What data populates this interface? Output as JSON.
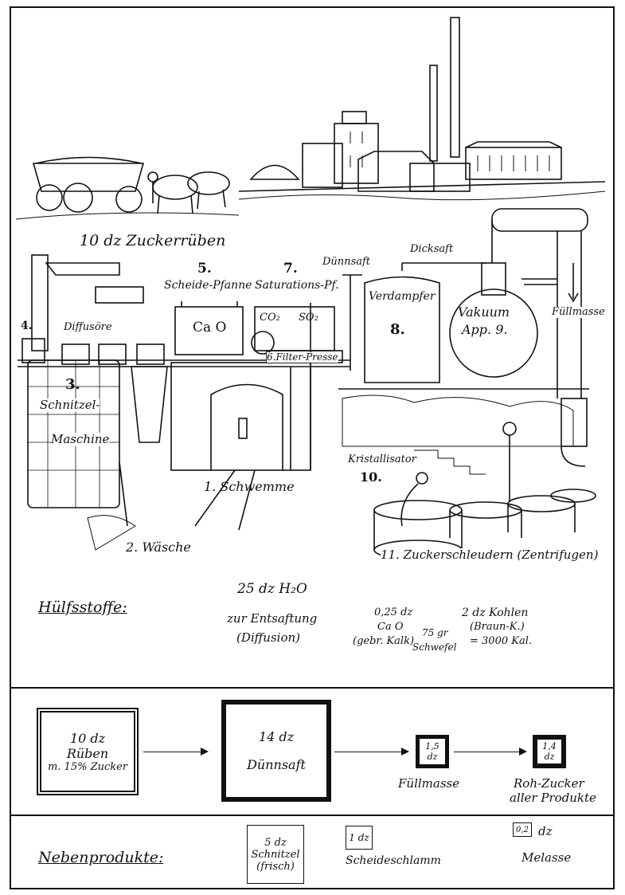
{
  "scene": {
    "caption_beets": "10 dz Zuckerrüben",
    "stations": {
      "diffusion": "Diffusöre",
      "diffusion_no": "4.",
      "schnitzel_no": "3.",
      "schnitzel_1": "Schnitzel-",
      "schnitzel_2": "Maschine",
      "scheide_no": "5.",
      "scheide": "Scheide-Pfanne",
      "cao": "Ca O",
      "saturation_no": "7.",
      "saturation": "Saturations-Pf.",
      "co2": "CO₂",
      "so2": "SO₂",
      "filter": "6.Filter-Presse",
      "duennsaft": "Dünnsaft",
      "dicksaft": "Dicksaft",
      "verdampfer": "Verdampfer",
      "verdampfer_no": "8.",
      "vakuum_1": "Vakuum",
      "vakuum_2": "App. 9.",
      "fuellmasse": "Füllmasse",
      "schwemme": "1. Schwemme",
      "waesche": "2. Wäsche",
      "kristall": "Kristallisator",
      "kristall_no": "10.",
      "schleudern": "11. Zuckerschleudern (Zentrifugen)"
    }
  },
  "auxiliary": {
    "title": "Hülfsstoffe:",
    "water_amount": "25 dz H₂O",
    "water_purpose_1": "zur Entsaftung",
    "water_purpose_2": "(Diffusion)",
    "lime_1": "0,25 dz",
    "lime_2": "Ca O",
    "lime_3": "(gebr. Kalk)",
    "sulfur_1": "75 gr",
    "sulfur_2": "Schwefel",
    "coal_1": "2 dz Kohlen",
    "coal_2": "(Braun-K.)",
    "coal_3": "= 3000 Kal."
  },
  "flow": {
    "beets_1": "10 dz",
    "beets_2": "Rüben",
    "beets_3": "m. 15% Zucker",
    "juice_1": "14 dz",
    "juice_2": "Dünnsaft",
    "mass_1": "1,5",
    "mass_2": "dz",
    "mass_label": "Füllmasse",
    "sugar_1": "1,4",
    "sugar_2": "dz",
    "sugar_label_1": "Roh-Zucker",
    "sugar_label_2": "aller Produkte"
  },
  "byproducts": {
    "title": "Nebenprodukte:",
    "pulp_1": "5 dz",
    "pulp_2": "Schnitzel",
    "pulp_3": "(frisch)",
    "sludge_1": "1 dz",
    "sludge_2": "Scheideschlamm",
    "molasses_box": "0,2",
    "molasses_unit": "dz",
    "molasses_label": "Melasse"
  }
}
